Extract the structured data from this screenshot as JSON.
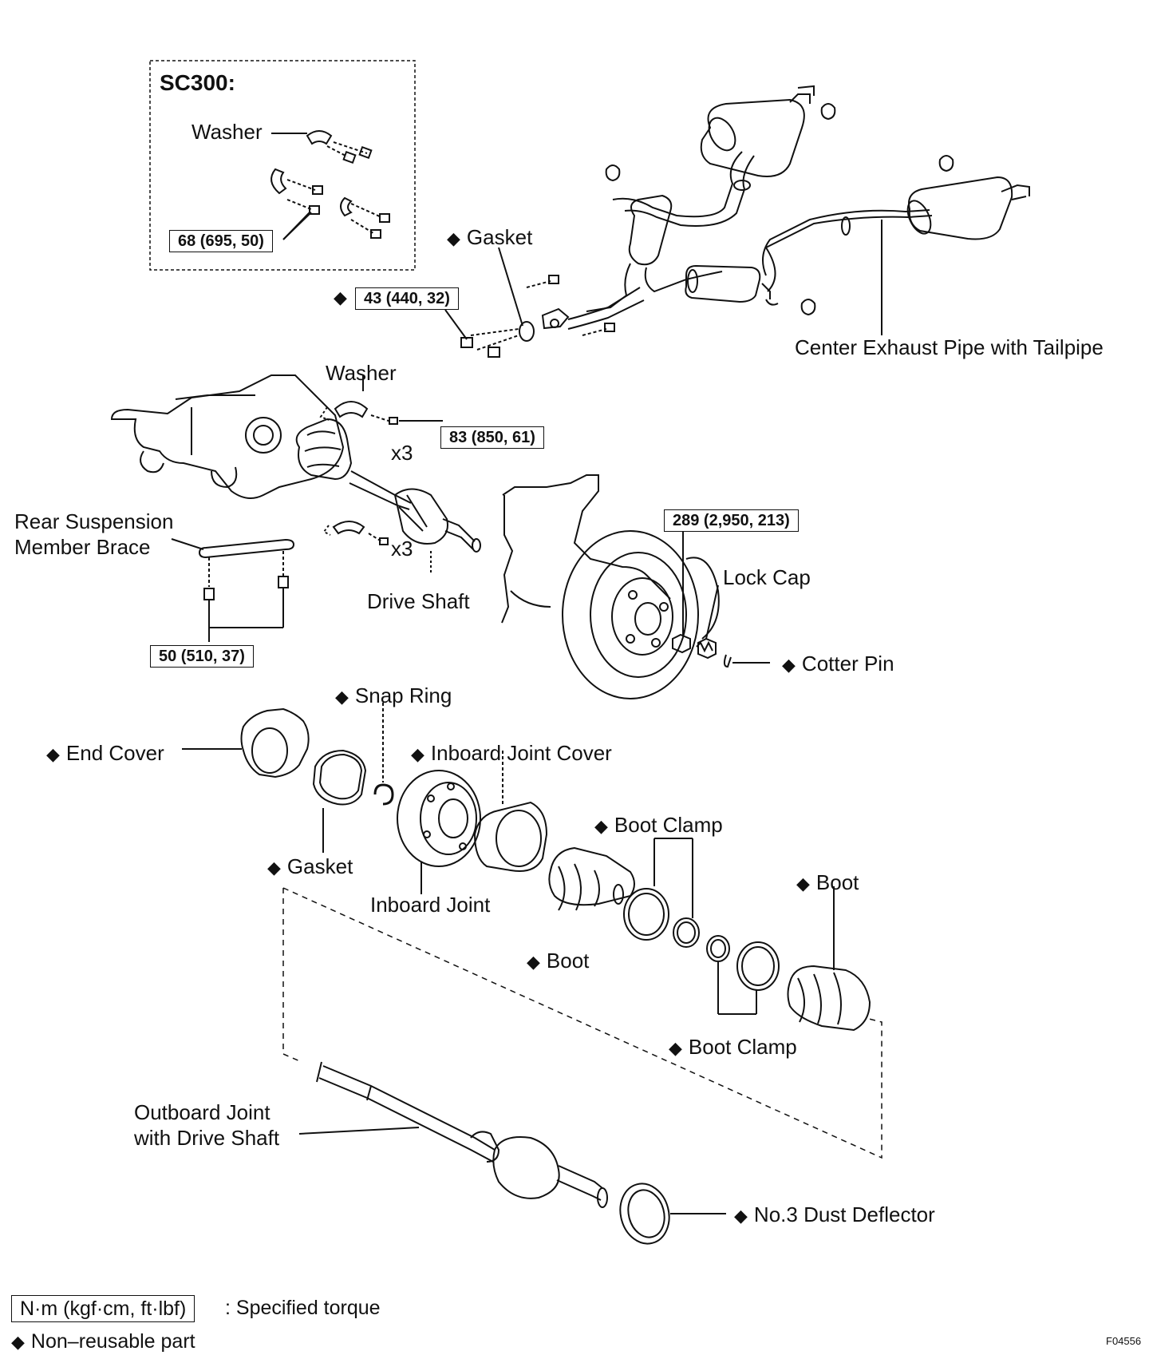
{
  "diagram": {
    "sc300_box": {
      "title": "SC300:",
      "washer_label": "Washer",
      "torque": "68 (695, 50)"
    },
    "exhaust": {
      "gasket_label": "Gasket",
      "torque": "43 (440, 32)",
      "pipe_label": "Center Exhaust Pipe with Tailpipe"
    },
    "differential": {
      "washer_label": "Washer",
      "torque": "83 (850, 61)",
      "qty_upper": "x3",
      "qty_lower": "x3",
      "drive_shaft_label": "Drive Shaft",
      "brace_label_line1": "Rear Suspension",
      "brace_label_line2": "Member Brace",
      "brace_torque": "50 (510, 37)"
    },
    "hub": {
      "torque": "289 (2,950, 213)",
      "lock_cap_label": "Lock Cap",
      "cotter_pin_label": "Cotter Pin"
    },
    "exploded": {
      "snap_ring": "Snap Ring",
      "end_cover": "End Cover",
      "inboard_joint_cover": "Inboard Joint Cover",
      "boot_clamp_upper": "Boot Clamp",
      "gasket": "Gasket",
      "boot_right": "Boot",
      "inboard_joint": "Inboard Joint",
      "boot_lower": "Boot",
      "boot_clamp_lower": "Boot Clamp",
      "outboard_line1": "Outboard Joint",
      "outboard_line2": "with Drive Shaft",
      "dust_deflector": "No.3 Dust Deflector"
    },
    "legend": {
      "torque_units": "N·m (kgf·cm, ft·lbf)",
      "torque_desc": ": Specified torque",
      "nonreusable": "Non–reusable part"
    },
    "figure_code": "F04556"
  },
  "colors": {
    "ink": "#111111",
    "paper": "#ffffff"
  }
}
